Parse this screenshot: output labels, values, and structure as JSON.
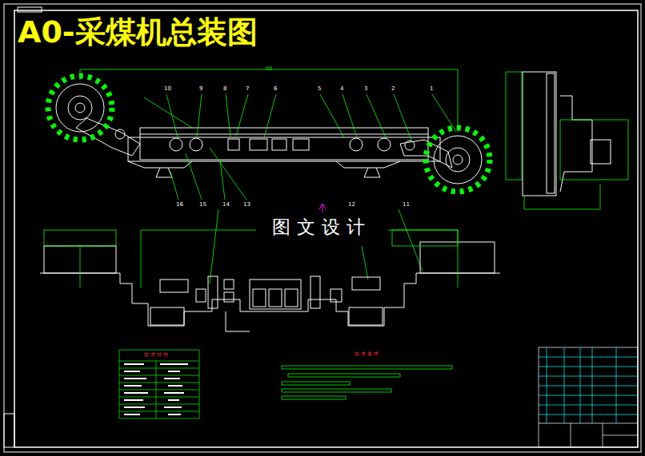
{
  "diagram": {
    "title": "A0-采煤机总装图",
    "labels": [
      "10",
      "9",
      "8",
      "7",
      "6",
      "5",
      "4",
      "3",
      "2",
      "1",
      "16",
      "15",
      "14",
      "13",
      "12",
      "11",
      "图文设计",
      "技术特性",
      "技术要求"
    ]
  }
}
